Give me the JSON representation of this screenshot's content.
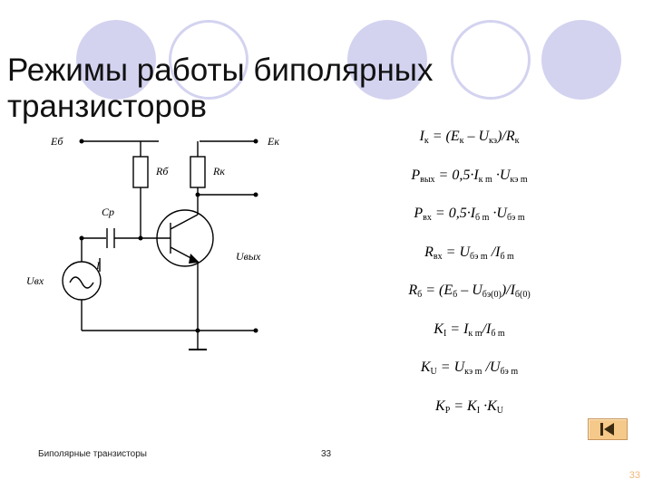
{
  "slide": {
    "title": "Режимы работы биполярных транзисторов",
    "accent_color": "#d3d3f0"
  },
  "circuit": {
    "labels": {
      "eb": "Eб",
      "ek": "Eк",
      "rb": "Rб",
      "rk": "Rк",
      "cr": "Cр",
      "i": "I",
      "uvx": "Uвх",
      "uvyx": "Uвых"
    }
  },
  "formulas": [
    {
      "main": "I",
      "sub": "к",
      "text": " = (E",
      "sub2": "к",
      "text2": " – U",
      "sub3": "кэ",
      "text3": ")/R",
      "sub4": "к"
    },
    {
      "main": "P",
      "sub": "вых",
      "text": " = 0,5·I",
      "sub2": "к m",
      "text2": " ·U",
      "sub3": "кэ m",
      "text3": "",
      "sub4": ""
    },
    {
      "main": "P",
      "sub": "вх",
      "text": " = 0,5·I",
      "sub2": "б m",
      "text2": " ·U",
      "sub3": "бэ m",
      "text3": "",
      "sub4": ""
    },
    {
      "main": "R",
      "sub": "вх",
      "text": " = U",
      "sub2": "бэ m",
      "text2": " /I",
      "sub3": "б m",
      "text3": "",
      "sub4": ""
    },
    {
      "main": "R",
      "sub": "б",
      "text": " = (E",
      "sub2": "б",
      "text2": " – U",
      "sub3": "бэ(0)",
      "text3": ")/I",
      "sub4": "б(0)"
    },
    {
      "main": "K",
      "sub": "I",
      "text": " = I",
      "sub2": "к m",
      "text2": "/I",
      "sub3": "б m",
      "text3": "",
      "sub4": ""
    },
    {
      "main": "K",
      "sub": "U",
      "text": " = U",
      "sub2": "кэ m",
      "text2": " /U",
      "sub3": "бэ m",
      "text3": "",
      "sub4": ""
    },
    {
      "main": "K",
      "sub": "P",
      "text": " = K",
      "sub2": "I",
      "text2": " ·K",
      "sub3": "U",
      "text3": "",
      "sub4": ""
    }
  ],
  "footer": {
    "left_text": "Биполярные транзисторы",
    "center_number": "33",
    "corner_number": "33"
  },
  "nav": {
    "icon": "skip-back-icon"
  }
}
